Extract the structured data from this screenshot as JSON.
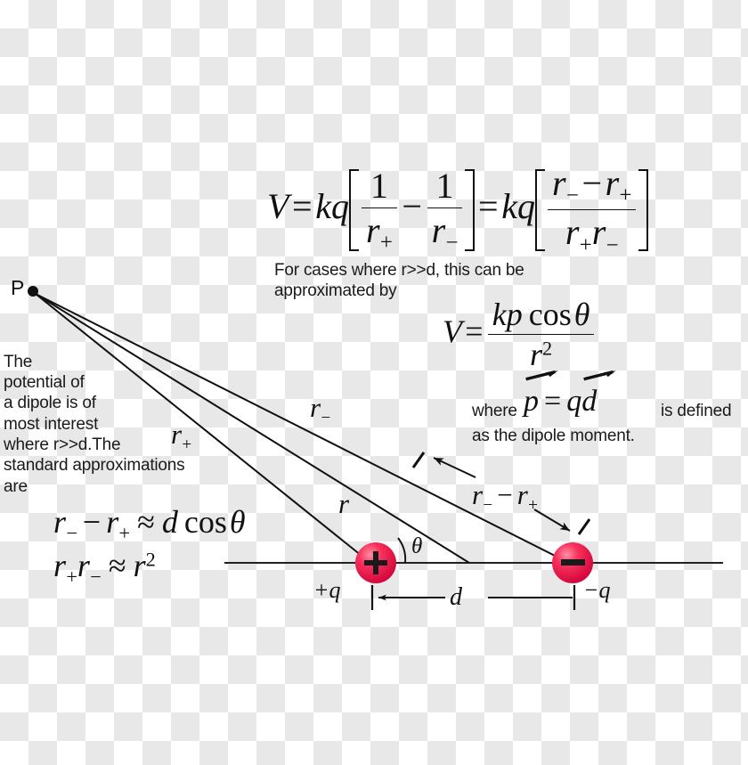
{
  "title": "Electric potential of a dipole",
  "equations": {
    "main": {
      "V": "V",
      "eq1": "=",
      "kq1": "kq",
      "one_a": "1",
      "r_plus_a": "r",
      "sub_plus_a": "+",
      "minus": "−",
      "one_b": "1",
      "r_minus_b": "r",
      "sub_minus_b": "−",
      "eq2": "=",
      "kq2": "kq",
      "num_r_minus": "r",
      "num_sub_minus": "−",
      "num_op": "−",
      "num_r_plus": "r",
      "num_sub_plus": "+",
      "den_r_a": "r",
      "den_sub_a": "+",
      "den_r_b": "r",
      "den_sub_b": "−",
      "plain": "V = kq[1/r+ − 1/r−] = kq[(r− − r+)/(r+ r−)]"
    },
    "approx_potential": {
      "V": "V",
      "eq": "=",
      "k": "k",
      "p": "p",
      "cos": "cos",
      "theta": "θ",
      "r": "r",
      "exp": "2",
      "plain": "V = kp cos θ / r²"
    },
    "approx_difference": {
      "r_minus": "r",
      "sub_minus": "−",
      "op_minus": "−",
      "r_plus": "r",
      "sub_plus": "+",
      "approx": "≈",
      "d": "d",
      "cos": "cos",
      "theta": "θ",
      "plain": "r− − r+ ≈ d cos θ"
    },
    "approx_product": {
      "r_a": "r",
      "sub_a": "+",
      "r_b": "r",
      "sub_b": "−",
      "approx": "≈",
      "r_c": "r",
      "exp": "2",
      "plain": "r+ r− ≈ r²"
    },
    "dipole_moment": {
      "p": "p",
      "eq": "=",
      "q": "q",
      "d": "d",
      "plain": "p⃗ = qd⃗"
    }
  },
  "notes": {
    "cases_line1": "For cases where  r>>d, this can be",
    "cases_line2": "approximated by",
    "left_lines": [
      "The",
      "potential of",
      "a dipole is of",
      "most interest",
      "where r>>d.The",
      "standard approximations"
    ],
    "left_last": "are",
    "where_label": "where",
    "is_defined": "is defined",
    "as_the_dipole_moment": "as the dipole moment."
  },
  "diagram": {
    "point_label": "P",
    "label_r_plus": "r",
    "label_r_plus_sub": "+",
    "label_r_minus": "r",
    "label_r_minus_sub": "−",
    "label_r": "r",
    "label_difference_r_minus": "r",
    "label_difference_sub_minus": "−",
    "label_difference_op": "−",
    "label_difference_r_plus": "r",
    "label_difference_sub_plus": "+",
    "label_theta": "θ",
    "label_positive_charge": "+q",
    "label_negative_charge": "−q",
    "label_separation": "d",
    "charge_positive_symbol": "+",
    "charge_negative_symbol": "−"
  },
  "colors": {
    "charge_red": "#f4204f",
    "charge_red_light": "#ff7a96",
    "charge_red_dark": "#c00a33",
    "ink": "#111111",
    "text": "#1a1a1a"
  }
}
